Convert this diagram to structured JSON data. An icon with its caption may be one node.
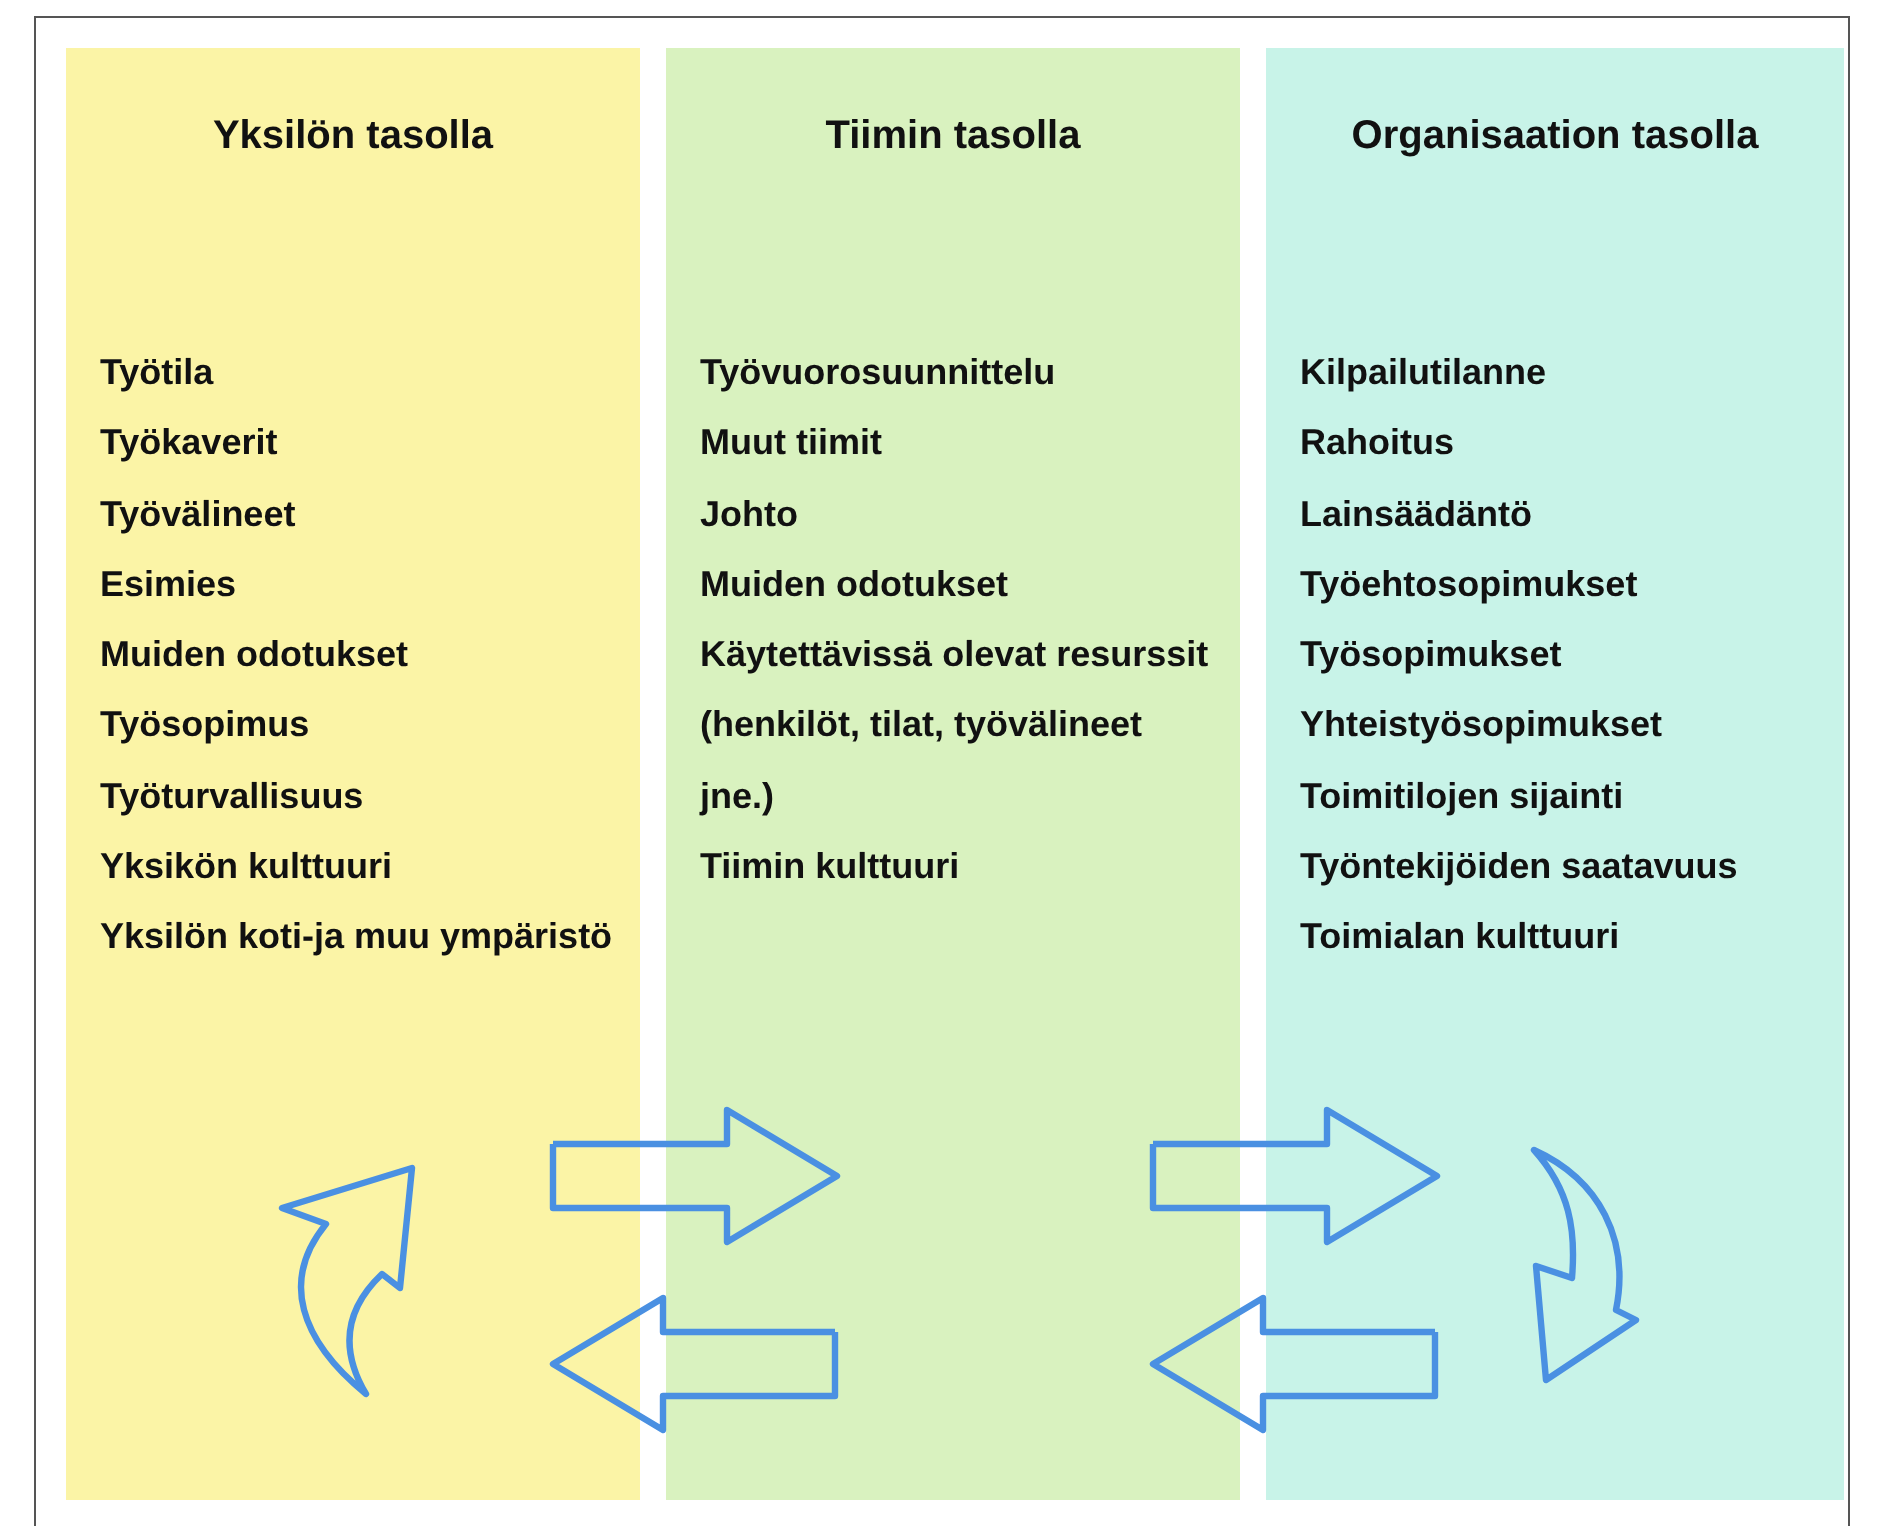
{
  "diagram": {
    "nodes": [
      {
        "text": [
          "Yksilön tasolla",
          "Työtila",
          "Työkaverit",
          "Työvälineet",
          "Esimies",
          "Muiden odotukset",
          "Työsopimus",
          "Työturvallisuus",
          "Yksikön kulttuuri",
          "Yksilön koti-ja muu ympäristö"
        ]
      },
      {
        "text": [
          "Tiimin tasolla",
          "Työvuorosuunnittelu",
          "Muut tiimit",
          "Johto",
          "Muiden odotukset",
          "Käytettävissä olevat resurssit (henkilöt, tilat, työvälineet jne.)",
          "Tiimin kulttuuri"
        ]
      },
      {
        "text": [
          "Organisaation tasolla",
          "Kilpailutilanne",
          "Rahoitus",
          "Lainsäädäntö",
          "Työehtosopimukset",
          "Työsopimukset",
          "Yhteistyösopimukset",
          "Toimitilojen sijainti",
          "Työntekijöiden saatavuus",
          "Toimialan kulttuuri"
        ]
      }
    ],
    "edges": [
      {
        "from": 0,
        "to": 1,
        "arrow": "to"
      },
      {
        "from": 1,
        "to": 0,
        "arrow": "to"
      },
      {
        "from": 1,
        "to": 2,
        "arrow": "to"
      },
      {
        "from": 2,
        "to": 1,
        "arrow": "to"
      }
    ]
  }
}
